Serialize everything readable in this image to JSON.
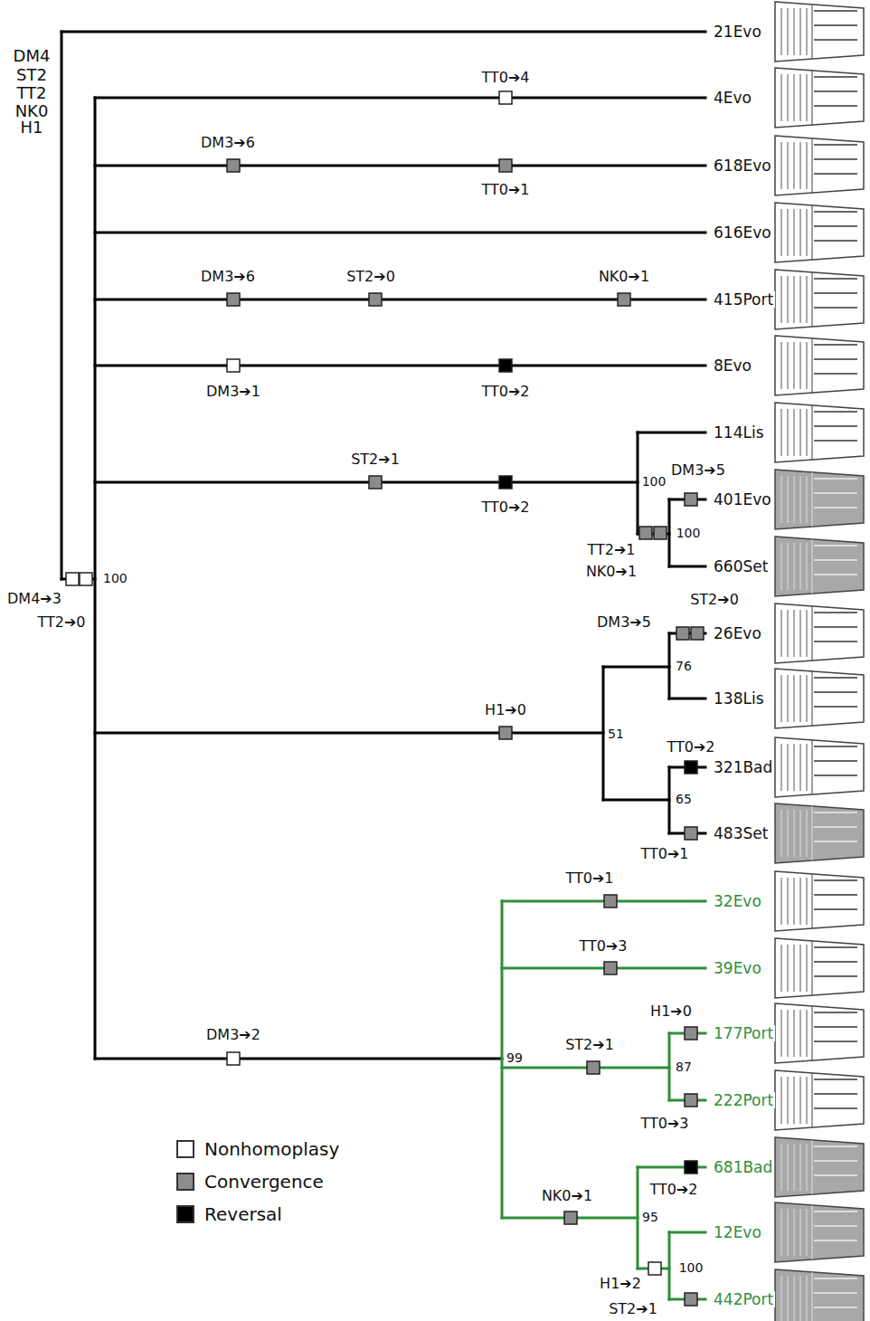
{
  "diagram": {
    "labels": [
      "DM4",
      "ST2",
      "TT2",
      "NK0",
      "H1",
      "21Evo",
      "TT0➔4",
      "4Evo",
      "DM3➔6",
      "618Evo",
      "TT0➔1",
      "616Evo",
      "DM3➔6",
      "ST2➔0",
      "NK0➔1",
      "415Port",
      "8Evo",
      "DM3➔1",
      "TT0➔2",
      "114Lis",
      "ST2➔1",
      "DM3➔5",
      "100",
      "401Evo",
      "TT0➔2",
      "100",
      "TT2➔1",
      "NK0➔1",
      "660Set",
      "100",
      "DM4➔3",
      "TT2➔0",
      "DM3➔5",
      "ST2➔0",
      "26Evo",
      "76",
      "138Lis",
      "H1➔0",
      "51",
      "TT0➔2",
      "321Bad",
      "65",
      "483Set",
      "TT0➔1",
      "TT0➔1",
      "32Evo",
      "TT0➔3",
      "39Evo",
      "H1➔0",
      "DM3➔2",
      "177Port",
      "ST2➔1",
      "99",
      "87",
      "222Port",
      "TT0➔3",
      "681Bad",
      "TT0➔2",
      "NK0➔1",
      "95",
      "12Evo",
      "100",
      "H1➔2",
      "442Port",
      "ST2➔1"
    ],
    "legend": [
      {
        "text": "Nonhomoplasy",
        "color": "#ffffff"
      },
      {
        "text": "Convergence",
        "color": "#8c8c8c"
      },
      {
        "text": "Reversal",
        "color": "#000000"
      }
    ]
  }
}
